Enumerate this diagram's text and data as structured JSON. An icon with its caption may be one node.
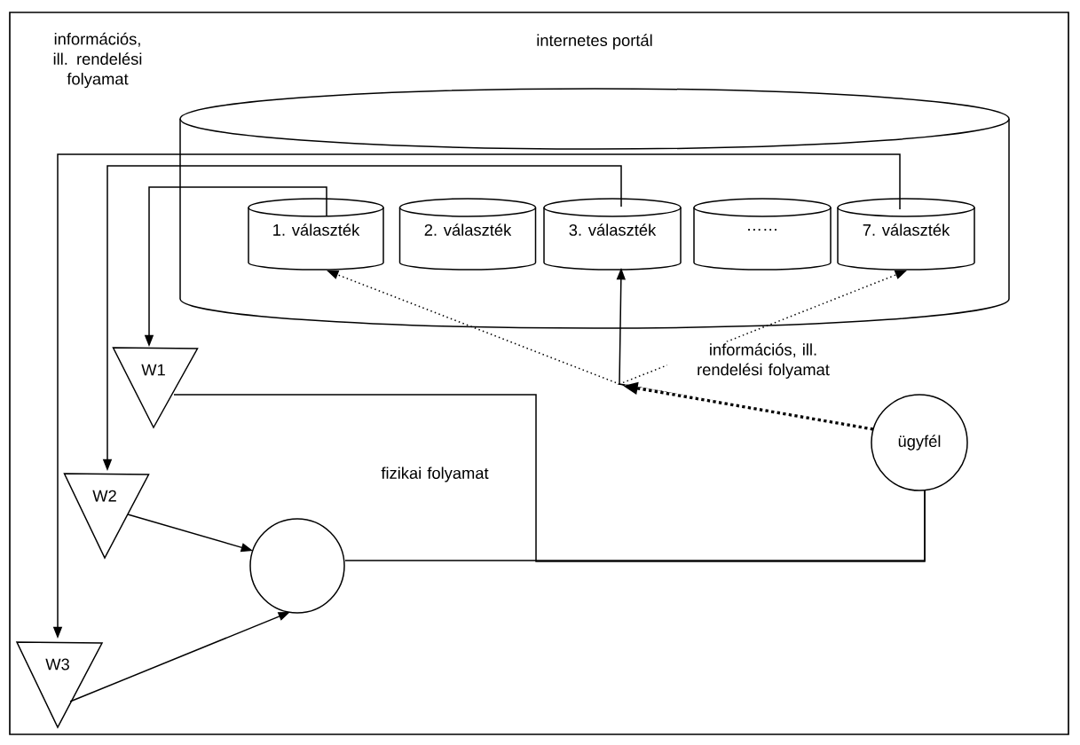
{
  "diagram": {
    "nodes": [
      {
        "text": [
          "internetes portál"
        ]
      },
      {
        "text": [
          "1. választék"
        ],
        "in": 0
      },
      {
        "text": [
          "2. választék"
        ],
        "in": 0
      },
      {
        "text": [
          "3. választék"
        ],
        "in": 0
      },
      {
        "text": [
          "……"
        ],
        "in": 0
      },
      {
        "text": [
          "7. választék"
        ],
        "in": 0
      },
      {
        "text": [
          "W1"
        ]
      },
      {
        "text": [
          "W2"
        ]
      },
      {
        "text": [
          "W3"
        ]
      },
      {
        "text": [],
        "shape": "circle"
      },
      {
        "text": [
          "ügyfél"
        ]
      }
    ],
    "edges": [
      {
        "from": 1,
        "to": 6,
        "arrow": "to"
      },
      {
        "from": 3,
        "to": 7,
        "arrow": "to"
      },
      {
        "from": 5,
        "to": 8,
        "arrow": "to"
      },
      {
        "from": 7,
        "to": 9,
        "arrow": "to"
      },
      {
        "from": 8,
        "to": 9,
        "arrow": "to"
      },
      {
        "from": 6,
        "to": 10,
        "arrow": "none"
      },
      {
        "from": 9,
        "to": 10,
        "arrow": "none"
      },
      {
        "from": 10,
        "to": 1,
        "arrow": "to",
        "style": "dashed"
      },
      {
        "from": 10,
        "to": 3,
        "arrow": "to",
        "label": "információs, ill. rendelési folyamat"
      },
      {
        "from": 10,
        "to": 5,
        "arrow": "to",
        "style": "dashed"
      }
    ],
    "labels": [
      "információs, ill. rendelési folyamat",
      "fizikai folyamat"
    ]
  }
}
